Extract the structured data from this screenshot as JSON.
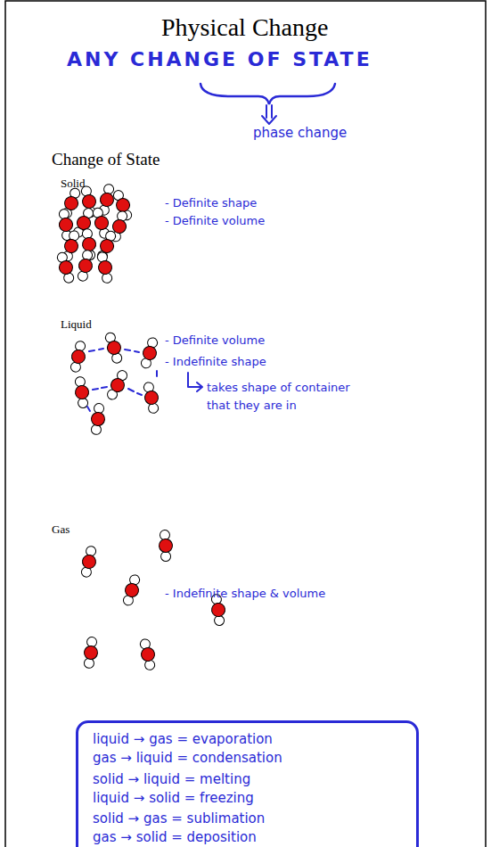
{
  "diagram": {
    "title": "Physical Change",
    "nodes": [
      {
        "text": [
          "liquid → gas = evaporation",
          "gas → liquid = condensation",
          "solid → liquid = melting",
          "liquid → solid = freezing",
          "solid → gas = sublimation",
          "gas → solid = deposition"
        ]
      }
    ],
    "labels": [
      "ANY CHANGE OF STATE",
      "phase change",
      "Change of State",
      "Solid",
      "- Definite shape",
      "- Definite volume",
      "Liquid",
      "- Definite volume",
      "- Indefinite shape",
      "takes shape of container that they are in",
      "Gas",
      "- Indefinite shape & volume"
    ]
  }
}
